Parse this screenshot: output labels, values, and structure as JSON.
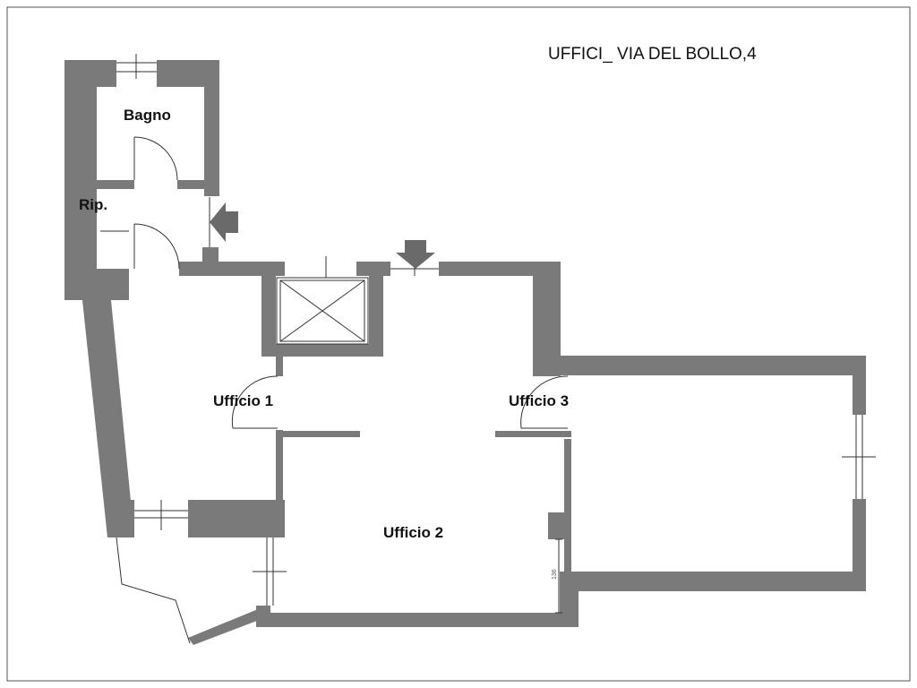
{
  "title": "UFFICI_ VIA DEL BOLLO,4",
  "rooms": {
    "bagno": "Bagno",
    "ripostiglio": "Rip.",
    "ufficio1": "Ufficio 1",
    "ufficio2": "Ufficio 2",
    "ufficio3": "Ufficio 3"
  },
  "dimension": "136",
  "colors": {
    "wall": "#7a7a7a",
    "line": "#333333"
  },
  "icons": [
    "entrance-arrow-icon",
    "elevator-shaft-icon",
    "door-swing-icon",
    "window-icon"
  ]
}
